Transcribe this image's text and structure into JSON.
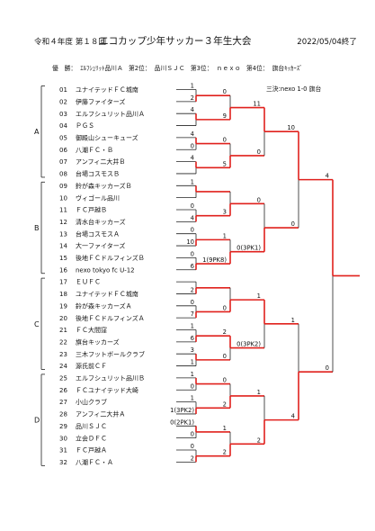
{
  "header": {
    "year": "令和４年度",
    "edition": "第１８回",
    "title": "エコカップ少年サッカー３年生大会",
    "date": "2022/05/04終了"
  },
  "results": {
    "champion_label": "優　勝：",
    "champion": "ｴﾙﾌｼｭﾘｯﾄ品川Ａ",
    "second_label": "第2位：",
    "second": "品川ＳＪＣ",
    "third_label": "第3位：",
    "third": "ｎｅｘｏ",
    "fourth_label": "第4位：",
    "fourth": "旗台ｷｯｶｰｽﾞ"
  },
  "third_place_match": "三決:nexo 1-0 旗台",
  "blocks": [
    "A",
    "B",
    "C",
    "D"
  ],
  "teams": [
    {
      "no": "01",
      "name": "ユナイテッドＦＣ城南"
    },
    {
      "no": "02",
      "name": "伊藤ファイターズ"
    },
    {
      "no": "03",
      "name": "エルフシュリット品川Ａ"
    },
    {
      "no": "04",
      "name": "ＰＧＳ"
    },
    {
      "no": "05",
      "name": "御殿山シューキューズ"
    },
    {
      "no": "06",
      "name": "八潮ＦＣ・Ｂ"
    },
    {
      "no": "07",
      "name": "アンフィ二大井Ｂ"
    },
    {
      "no": "08",
      "name": "台場コスモスＢ"
    },
    {
      "no": "09",
      "name": "鈴が森キッカーズＢ"
    },
    {
      "no": "10",
      "name": "ヴィゴール品川"
    },
    {
      "no": "11",
      "name": "ＦＣ戸越Ｂ"
    },
    {
      "no": "12",
      "name": "清水台キッカーズ"
    },
    {
      "no": "13",
      "name": "台場コスモスＡ"
    },
    {
      "no": "14",
      "name": "大一ファイターズ"
    },
    {
      "no": "15",
      "name": "後地ＦＣドルフィンズＢ"
    },
    {
      "no": "16",
      "name": "nexo tokyo fc U-12"
    },
    {
      "no": "17",
      "name": "ＥＵＦＣ"
    },
    {
      "no": "18",
      "name": "ユナイテッドＦＣ城南"
    },
    {
      "no": "19",
      "name": "鈴が森キッカーズＡ"
    },
    {
      "no": "20",
      "name": "後地ＦＣドルフィンズＡ"
    },
    {
      "no": "21",
      "name": "ＦＣ大間窪"
    },
    {
      "no": "22",
      "name": "旗台キッカーズ"
    },
    {
      "no": "23",
      "name": "三木フットボールクラブ"
    },
    {
      "no": "24",
      "name": "源氏前ＣＦ"
    },
    {
      "no": "25",
      "name": "エルフシュリット品川Ｂ"
    },
    {
      "no": "26",
      "name": "ＦＣユナイテッド大崎"
    },
    {
      "no": "27",
      "name": "小山クラブ"
    },
    {
      "no": "28",
      "name": "アンフィ二大井Ａ"
    },
    {
      "no": "29",
      "name": "品川ＳＪＣ"
    },
    {
      "no": "30",
      "name": "立会ＤＦＣ"
    },
    {
      "no": "31",
      "name": "ＦＣ戸越Ａ"
    },
    {
      "no": "32",
      "name": "八潮ＦＣ・Ａ"
    }
  ],
  "r1_scores": [
    "1",
    "2",
    "4",
    "",
    "4",
    "0",
    "4",
    "",
    "1",
    "",
    "0",
    "4",
    "0",
    "10",
    "0",
    "6",
    "",
    "2",
    "0",
    "7",
    "1",
    "6",
    "3",
    "1",
    "1",
    "0",
    "1",
    "1(3PK2)",
    "0(2PK1)",
    "0",
    "0",
    "2"
  ],
  "r2_scores": [
    "0",
    "9",
    "0",
    "5",
    "",
    "3",
    "1",
    "1(9PK8)",
    "",
    "0",
    "2",
    "0",
    "0",
    "2",
    "1",
    "2"
  ],
  "r3_scores": [
    "11",
    "0",
    "0",
    "0(3PK1)",
    "1",
    "0(3PK2)",
    "1",
    "2"
  ],
  "r4_scores": [
    "10",
    "0",
    "1",
    "4"
  ],
  "r5_scores": [
    "4",
    "0"
  ],
  "final_scores": [
    "",
    ""
  ]
}
